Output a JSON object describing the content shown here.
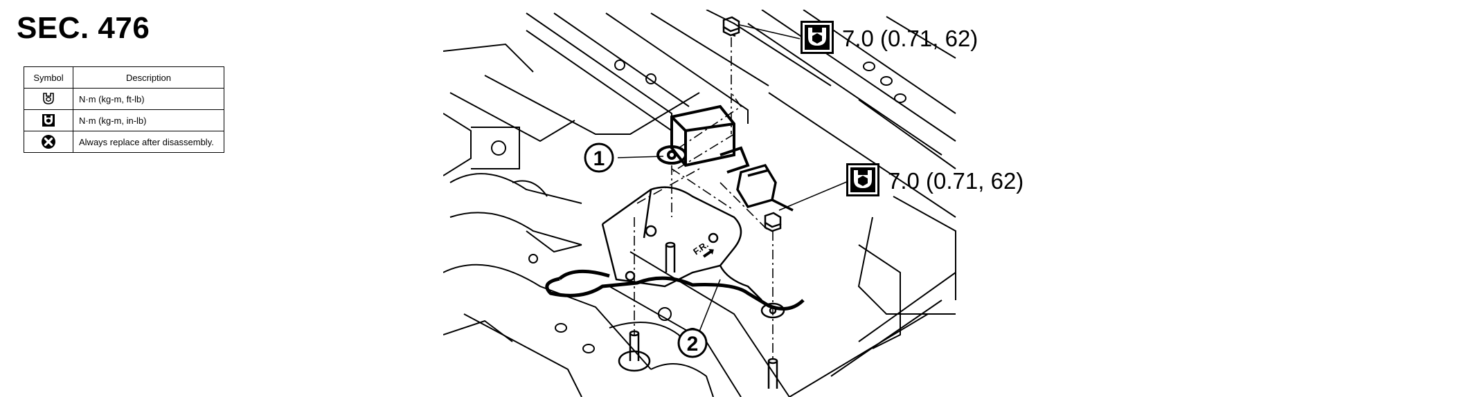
{
  "section_title": "SEC. 476",
  "legend": {
    "headers": {
      "symbol": "Symbol",
      "description": "Description"
    },
    "rows": [
      {
        "icon": "torque-wrench-outline-icon",
        "description": "N·m (kg-m, ft-lb)"
      },
      {
        "icon": "torque-wrench-filled-icon",
        "description": "N·m (kg-m, in-lb)"
      },
      {
        "icon": "always-replace-icon",
        "description": "Always replace after disassembly."
      }
    ]
  },
  "diagram": {
    "torque_values": [
      {
        "icon": "torque-wrench-filled-icon",
        "value": "7.0 (0.71, 62)"
      },
      {
        "icon": "torque-wrench-filled-icon",
        "value": "7.0 (0.71, 62)"
      }
    ],
    "callouts": [
      "1",
      "2"
    ],
    "direction_label": "F.R."
  },
  "colors": {
    "ink": "#000000",
    "background": "#ffffff"
  }
}
